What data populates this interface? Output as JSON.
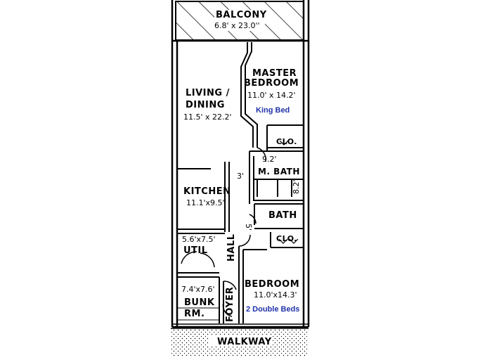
{
  "balcony": {
    "name": "BALCONY",
    "dims": "6.8' x 23.0''"
  },
  "living": {
    "name_line1": "LIVING /",
    "name_line2": "DINING",
    "dims": "11.5' x 22.2'"
  },
  "master": {
    "name_line1": "MASTER",
    "name_line2": "BEDROOM",
    "dims": "11.0' x 14.2'",
    "bed": "King Bed"
  },
  "master_closet": {
    "name": "CLO."
  },
  "master_bath": {
    "name": "M. BATH",
    "width": "9.2'",
    "height": "8.2'"
  },
  "hall_width": "3'",
  "kitchen": {
    "name": "KITCHEN",
    "dims": "11.1'x9.5'"
  },
  "bath": {
    "name": "BATH",
    "width": "5'"
  },
  "closet2": {
    "name": "CLO."
  },
  "util": {
    "dims": "5.6'x7.5'",
    "name": "UTIL"
  },
  "hall": {
    "name": "HALL"
  },
  "bedroom": {
    "name": "BEDROOM",
    "dims": "11.0'x14.3'",
    "beds": "2 Double Beds"
  },
  "bunk": {
    "dims": "7.4'x7.6'",
    "name_line1": "BUNK",
    "name_line2": "RM."
  },
  "foyer": {
    "name": "FOYER"
  },
  "walkway": {
    "name": "WALKWAY"
  }
}
